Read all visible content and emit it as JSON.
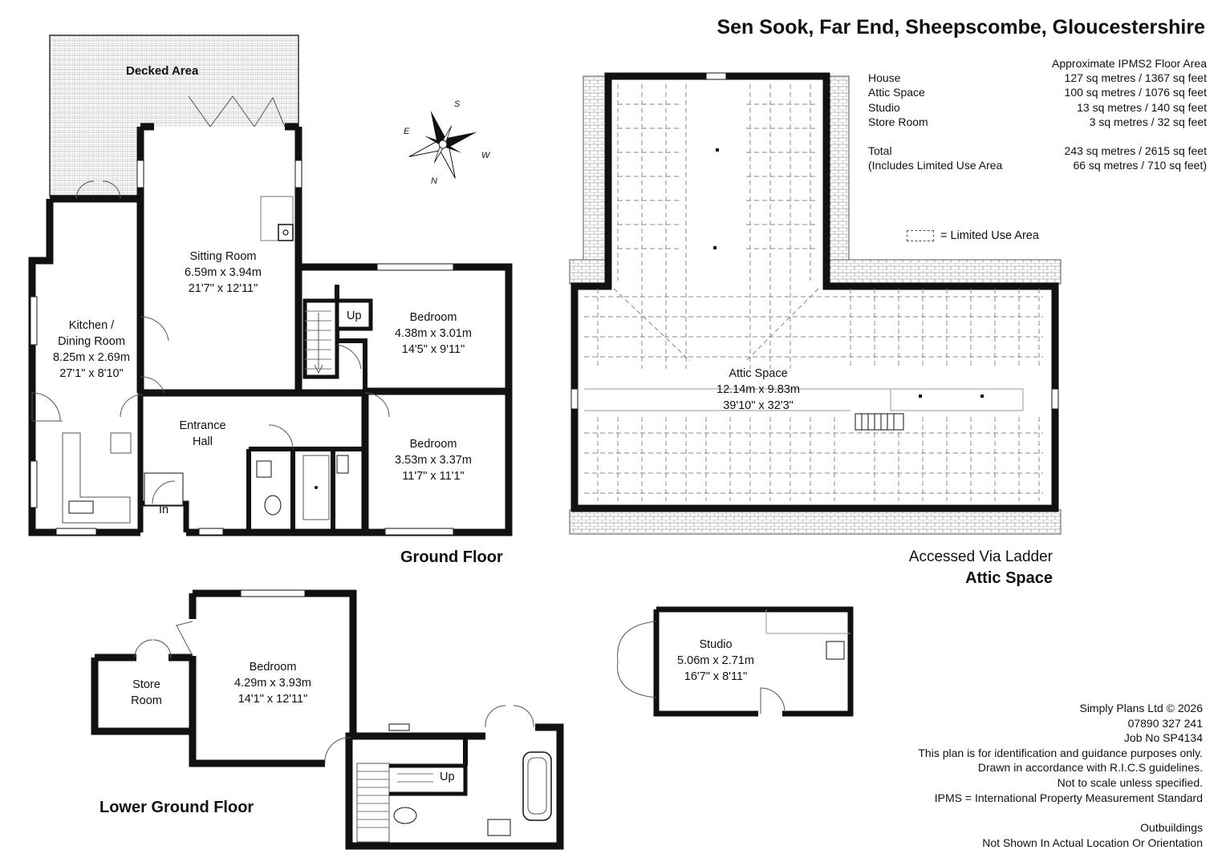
{
  "title": "Sen Sook, Far End, Sheepscombe, Gloucestershire",
  "areas": {
    "header": "Approximate IPMS2 Floor Area",
    "rows": [
      {
        "name": "House",
        "value": "127 sq metres / 1367 sq feet"
      },
      {
        "name": "Attic Space",
        "value": "100 sq metres / 1076 sq feet"
      },
      {
        "name": "Studio",
        "value": "13 sq metres /   140 sq feet"
      },
      {
        "name": "Store Room",
        "value": "3 sq metres /    32 sq feet"
      }
    ],
    "total": {
      "name": "Total",
      "value": "243 sq metres /  2615 sq feet"
    },
    "limited": {
      "name": "(Includes Limited Use Area",
      "value": "66 sq metres /   710 sq feet)"
    }
  },
  "legend": {
    "label": "= Limited Use Area"
  },
  "compass": {
    "s": "S",
    "e": "E",
    "w": "W",
    "n": "N"
  },
  "ground_floor": {
    "label": "Ground Floor",
    "decked_area": "Decked Area",
    "sitting_room": {
      "name": "Sitting Room",
      "metric": "6.59m x 3.94m",
      "imperial": "21'7\" x 12'11\""
    },
    "kitchen": {
      "name1": "Kitchen /",
      "name2": "Dining Room",
      "metric": "8.25m x 2.69m",
      "imperial": "27'1\" x 8'10\""
    },
    "bedroom1": {
      "name": "Bedroom",
      "metric": "4.38m x 3.01m",
      "imperial": "14'5\" x 9'11\""
    },
    "bedroom2": {
      "name": "Bedroom",
      "metric": "3.53m x 3.37m",
      "imperial": "11'7\" x 11'1\""
    },
    "entrance_hall": {
      "name1": "Entrance",
      "name2": "Hall"
    },
    "up": "Up",
    "in": "In"
  },
  "attic": {
    "name": "Attic Space",
    "metric": "12.14m x 9.83m",
    "imperial": "39'10\" x 32'3\"",
    "access_note": "Accessed Via Ladder",
    "label": "Attic Space"
  },
  "lower_ground": {
    "label": "Lower Ground Floor",
    "bedroom": {
      "name": "Bedroom",
      "metric": "4.29m x 3.93m",
      "imperial": "14'1\" x 12'11\""
    },
    "store": {
      "name1": "Store",
      "name2": "Room"
    },
    "up": "Up"
  },
  "studio": {
    "name": "Studio",
    "metric": "5.06m x 2.71m",
    "imperial": "16'7\" x 8'11\""
  },
  "notes": [
    "Simply Plans Ltd © 2026",
    "07890 327 241",
    "Job No SP4134",
    "This plan is for identification and guidance purposes only.",
    "Drawn in accordance with R.I.C.S guidelines.",
    "Not to scale unless specified.",
    "IPMS = International Property Measurement Standard"
  ],
  "outbuildings": [
    "Outbuildings",
    "Not Shown In Actual Location Or Orientation"
  ]
}
